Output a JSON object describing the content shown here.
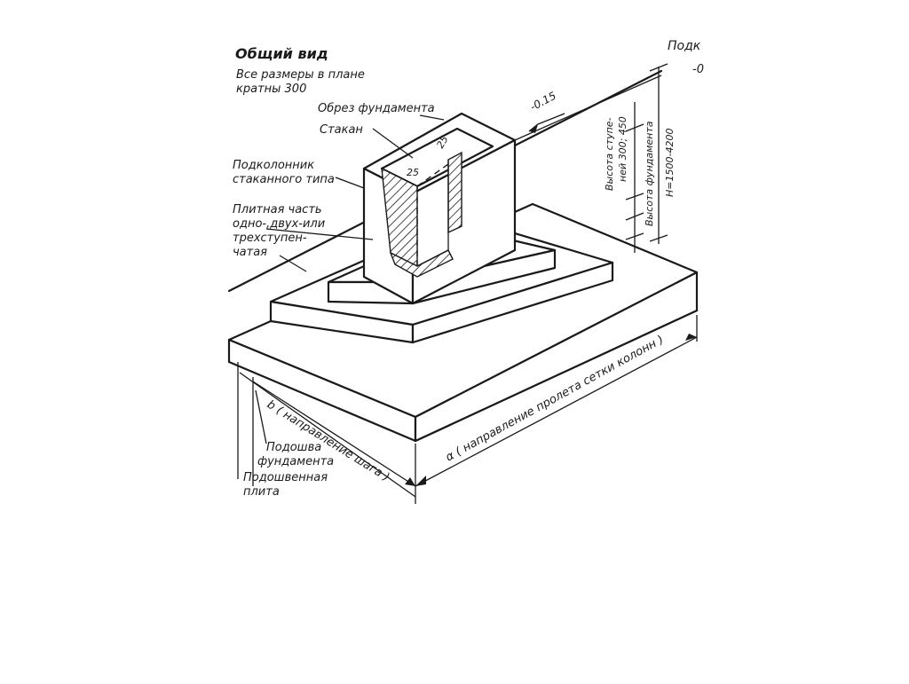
{
  "title": "Общий вид",
  "note_line1": "Все размеры в плане",
  "note_line2": "кратны 300",
  "top_right_label": "Подк",
  "top_right_value": "-0",
  "level_mark": "-0.15",
  "labels": {
    "edge_of_foundation": "Обрез фундамента",
    "socket": "Стакан",
    "column_base_line1": "Подколонник",
    "column_base_line2": "стаканного типа",
    "slab_part_line1": "Плитная часть",
    "slab_part_line2": "одно-,двух-или",
    "slab_part_line3": "трехступен-",
    "slab_part_line4": "чатая",
    "footing_base_line1": "Подошва",
    "footing_base_line2": "фундамента",
    "sub_slab_line1": "Подошвенная",
    "sub_slab_line2": "плита"
  },
  "dimensions": {
    "socket_gap_a": "25",
    "socket_gap_b": "25",
    "step_height_line1": "Высота ступе-",
    "step_height_line2": "ней 300; 450",
    "foundation_height_line1": "Высота фундамента",
    "foundation_height_line2": "H=1500-4200",
    "dim_a": "α ( направление пролета сетки колонн )",
    "dim_b": "b ( направление шага )"
  }
}
